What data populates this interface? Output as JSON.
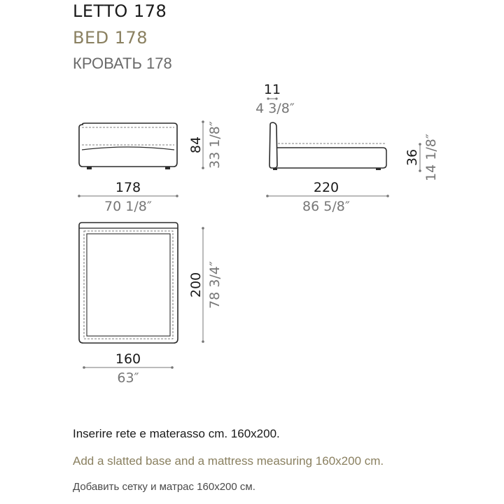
{
  "title": {
    "it": "LETTO 178",
    "en": "BED 178",
    "ru": "КРОВАТЬ 178"
  },
  "dimensions": {
    "front_width": {
      "cm": "178",
      "in": "70 1/8″"
    },
    "front_height": {
      "cm": "84",
      "in": "33 1/8″"
    },
    "headboard_thickness": {
      "cm": "11",
      "in": "4 3/8″"
    },
    "side_length": {
      "cm": "220",
      "in": "86 5/8″"
    },
    "frame_height": {
      "cm": "36",
      "in": "14 1/8″"
    },
    "mattress_length": {
      "cm": "200",
      "in": "78 3/4″"
    },
    "mattress_width": {
      "cm": "160",
      "in": "63″"
    }
  },
  "notes": {
    "it": "Inserire rete e materasso cm. 160x200.",
    "en": "Add a slatted base and a mattress measuring 160x200 cm.",
    "ru": "Добавить сетку и матрас 160x200 см."
  },
  "colors": {
    "line": "#2b2b2b",
    "dimension": "#777777",
    "accent": "#8a8060"
  }
}
